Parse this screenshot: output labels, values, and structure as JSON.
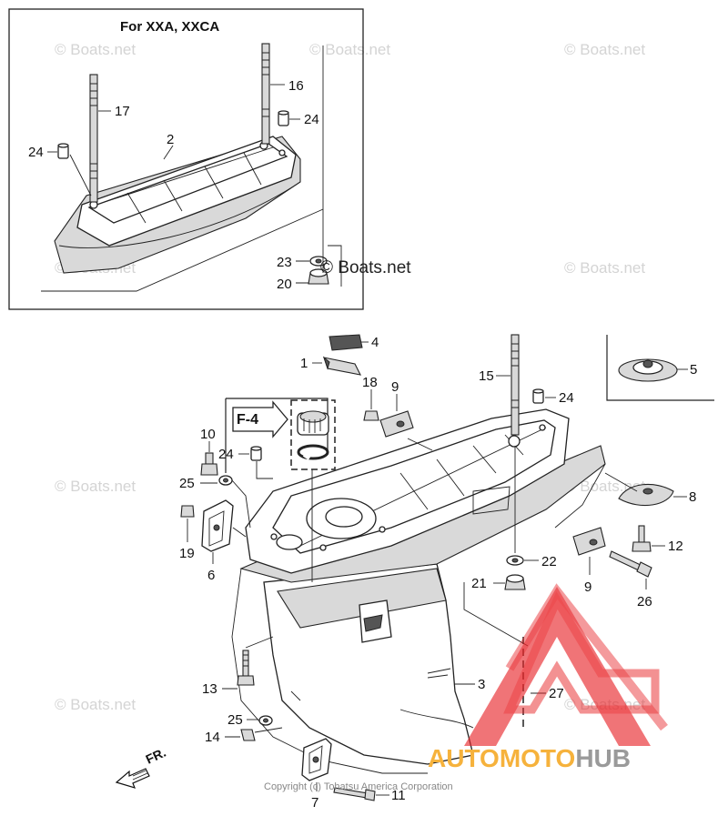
{
  "inset": {
    "title": "For XXA, XXCA"
  },
  "callouts": {
    "c1": "1",
    "c2": "2",
    "c3": "3",
    "c4": "4",
    "c5": "5",
    "c6": "6",
    "c7": "7",
    "c8": "8",
    "c9a": "9",
    "c9b": "9",
    "c10": "10",
    "c11": "11",
    "c12": "12",
    "c13": "13",
    "c14": "14",
    "c15": "15",
    "c16": "16",
    "c17": "17",
    "c18": "18",
    "c19": "19",
    "c20": "20",
    "c21": "21",
    "c22": "22",
    "c23": "23",
    "c24a": "24",
    "c24b": "24",
    "c24c": "24",
    "c24d": "24",
    "c25a": "25",
    "c25b": "25",
    "c26": "26",
    "c27": "27"
  },
  "ref_box": {
    "label": "F-4"
  },
  "front_indicator": "FR.",
  "watermarks": {
    "text": "© Boats.net",
    "dark_text": "© Boats.net"
  },
  "copyright": "Copyright (c) Tohatsu America Corporation",
  "brand": {
    "part1": "AUTOMOTO",
    "part2": "HUB",
    "color1": "#f6b23c",
    "color2": "#9a9a9a",
    "logo_color": "#e8262a"
  }
}
